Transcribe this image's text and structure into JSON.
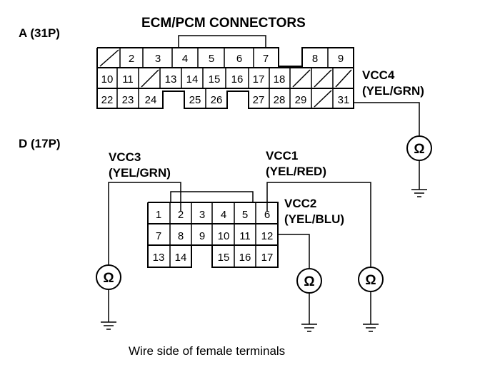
{
  "title": "ECM/PCM CONNECTORS",
  "caption": "Wire side of female terminals",
  "connector_a": {
    "label": "A (31P)",
    "row1": [
      "",
      "2",
      "3",
      "4",
      "5",
      "6",
      "7",
      "8",
      "9"
    ],
    "row2": [
      "10",
      "11",
      "",
      "13",
      "14",
      "15",
      "16",
      "17",
      "18",
      "",
      "",
      ""
    ],
    "row3": [
      "22",
      "23",
      "24",
      "25",
      "26",
      "27",
      "28",
      "29",
      "",
      "31"
    ]
  },
  "connector_d": {
    "label": "D (17P)",
    "row1": [
      "1",
      "2",
      "3",
      "4",
      "5",
      "6"
    ],
    "row2": [
      "7",
      "8",
      "9",
      "10",
      "11",
      "12"
    ],
    "row3": [
      "13",
      "14",
      "15",
      "16",
      "17"
    ]
  },
  "wires": {
    "vcc4": {
      "name": "VCC4",
      "color": "(YEL/GRN)"
    },
    "vcc3": {
      "name": "VCC3",
      "color": "(YEL/GRN)"
    },
    "vcc1": {
      "name": "VCC1",
      "color": "(YEL/RED)"
    },
    "vcc2": {
      "name": "VCC2",
      "color": "(YEL/BLU)"
    }
  },
  "ohm_symbol": "Ω"
}
